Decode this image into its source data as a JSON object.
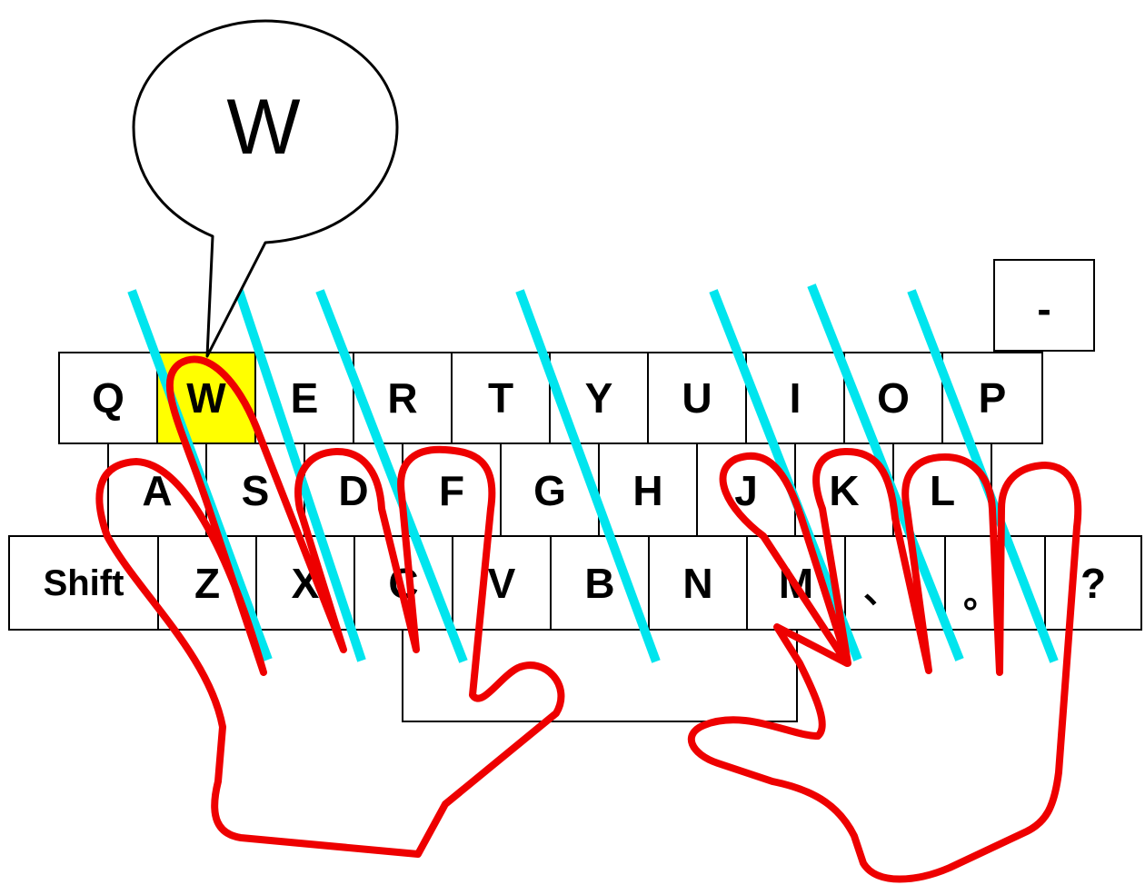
{
  "callout": {
    "letter": "W"
  },
  "highlight_color": "#ffff00",
  "guide_color": "#00e5ee",
  "hand_color": "#ee0000",
  "keyboard": {
    "extra_key": "-",
    "row1": [
      "Q",
      "W",
      "E",
      "R",
      "T",
      "Y",
      "U",
      "I",
      "O",
      "P"
    ],
    "row2": [
      "A",
      "S",
      "D",
      "F",
      "G",
      "H",
      "J",
      "K",
      "L"
    ],
    "row3": [
      "Shift",
      "Z",
      "X",
      "C",
      "V",
      "B",
      "N",
      "M",
      "、",
      "。",
      "?"
    ],
    "space": "",
    "highlighted_key": "W"
  }
}
